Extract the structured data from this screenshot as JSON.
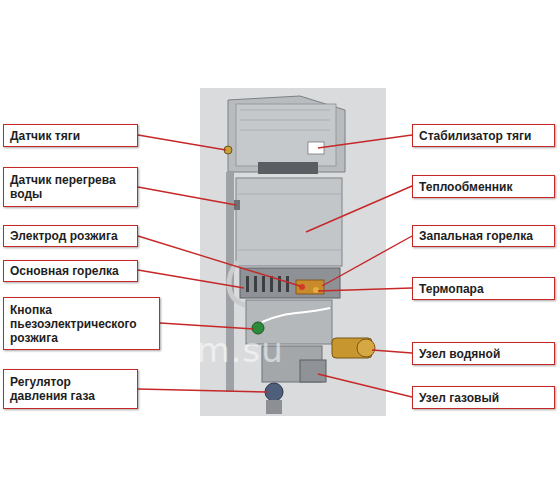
{
  "diagram": {
    "nodes": [
      {
        "text": [
          "Датчик тяги"
        ]
      },
      {
        "text": [
          "Стабилизатор тяги"
        ]
      },
      {
        "text": [
          "Датчик перегрева воды"
        ]
      },
      {
        "text": [
          "Теплообменник"
        ]
      },
      {
        "text": [
          "Электрод розжига"
        ]
      },
      {
        "text": [
          "Запальная горелка"
        ]
      },
      {
        "text": [
          "Основная горелка"
        ]
      },
      {
        "text": [
          "Термопара"
        ]
      },
      {
        "text": [
          "Кнопка пьезоэлектрического розжига"
        ]
      },
      {
        "text": [
          "Узел водяной"
        ]
      },
      {
        "text": [
          "Регулятор давления газа"
        ]
      },
      {
        "text": [
          "Узел газовый"
        ]
      }
    ],
    "labels": [
      "ttm.su"
    ]
  }
}
